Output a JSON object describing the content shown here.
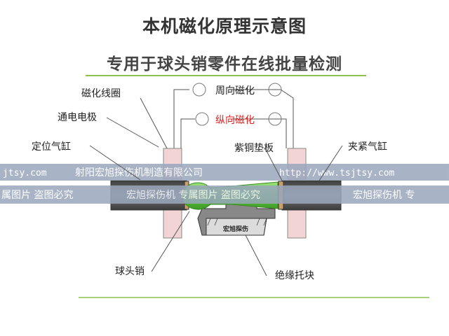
{
  "title": "本机磁化原理示意图",
  "subtitle": "专用于球头销零件在线批量检测",
  "labels": {
    "coil": "磁化线圈",
    "circ": "周向磁化",
    "electrode": "通电电极",
    "longi": "纵向磁化",
    "locate": "定位气缸",
    "copper": "紫铜垫板",
    "clamp": "夹紧气缸",
    "ball": "球头销",
    "insul": "绝缘托块",
    "brand": "宏旭探伤"
  },
  "watermark": {
    "row1_left": "jtsy.com",
    "row1_company": "射阳宏旭探伤机制造有限公司",
    "row1_url": "http://www.tsjtsy.com",
    "row2_a": "属图片 盗图必究",
    "row2_b": "宏旭探伤机 专属图片 盗图必究",
    "row2_c": "宏旭探伤机 专"
  },
  "colors": {
    "accent": "#8cc152",
    "red_label": "#e02020",
    "pin_green": "#6fcf4e",
    "watermark_band": "#9aa7bd",
    "bar_gray": "#5a5a5a",
    "coil_pink": "#f2d4d4"
  }
}
